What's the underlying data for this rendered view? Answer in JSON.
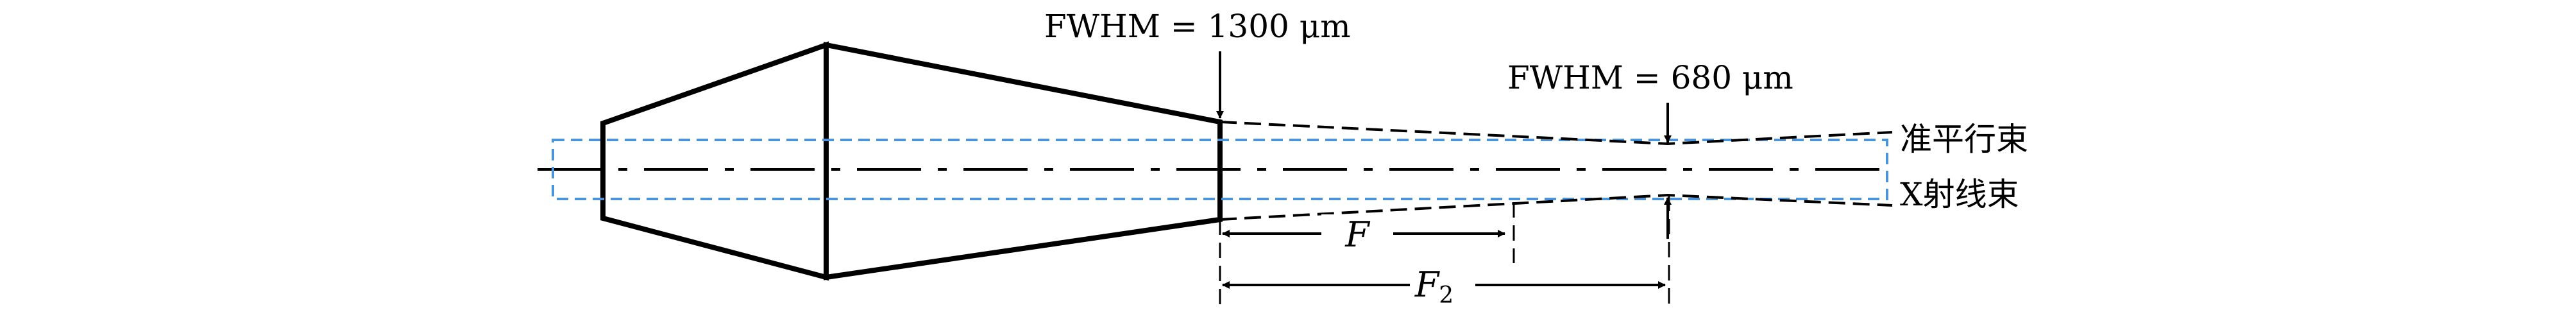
{
  "labels": {
    "fwhm_entrance": "FWHM = 1300 μm",
    "fwhm_focus": "FWHM = 680 μm",
    "collimated_beam": "准平行束",
    "xray_beam": "X射线束",
    "focal_length": "F",
    "focal_length_2_main": "F",
    "focal_length_2_sub": "2"
  },
  "colors": {
    "outline": "#000000",
    "collimated_beam": "#4d94d6"
  }
}
